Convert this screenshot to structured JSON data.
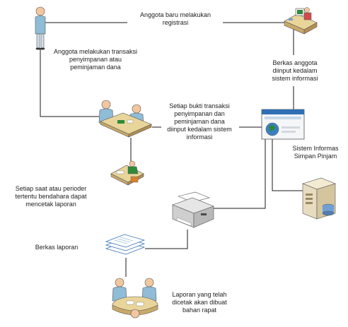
{
  "labels": {
    "registration": "Anggota baru melakukan\nregistrasi",
    "member_transaction": "Anggota melakukan transaksi\npenyimpanan atau\npeminjaman dana",
    "member_file_input": "Berkas anggota\ndiinput kedalam\nsistem informasi",
    "transaction_proof": "Setiap bukti transaksi\npenyimpanan dan\npeminjaman dana\ndiinput kedalam sistem\ninformasi",
    "info_system": "Sistem Informas\nSimpan Pinjam",
    "treasurer_print": "Setiap saat atau perioder\ntertentu bendahara dapat\nmencetak laporan",
    "report_file": "Berkas laporan",
    "meeting": "Laporan yang telah\ndicetak akan dibuat\nbahan rapat"
  },
  "icons": {
    "member": "person-icon",
    "registration_desk": "desk-worker-icon",
    "transaction_desk": "meeting-desk-icon",
    "treasurer": "treasurer-desk-icon",
    "system_window": "application-window-icon",
    "server": "database-server-icon",
    "printer": "printer-icon",
    "report": "document-stack-icon",
    "meeting_table": "meeting-table-icon"
  },
  "colors": {
    "line": "#1a1a1a",
    "skin": "#f2c7a0",
    "shirt": "#8fbcd6",
    "desk": "#e9d59a",
    "window_title": "#2f6fb3",
    "window_globe": "#2f8a3a",
    "server_body": "#e8dcc0",
    "server_disk": "#6f9fd4"
  }
}
